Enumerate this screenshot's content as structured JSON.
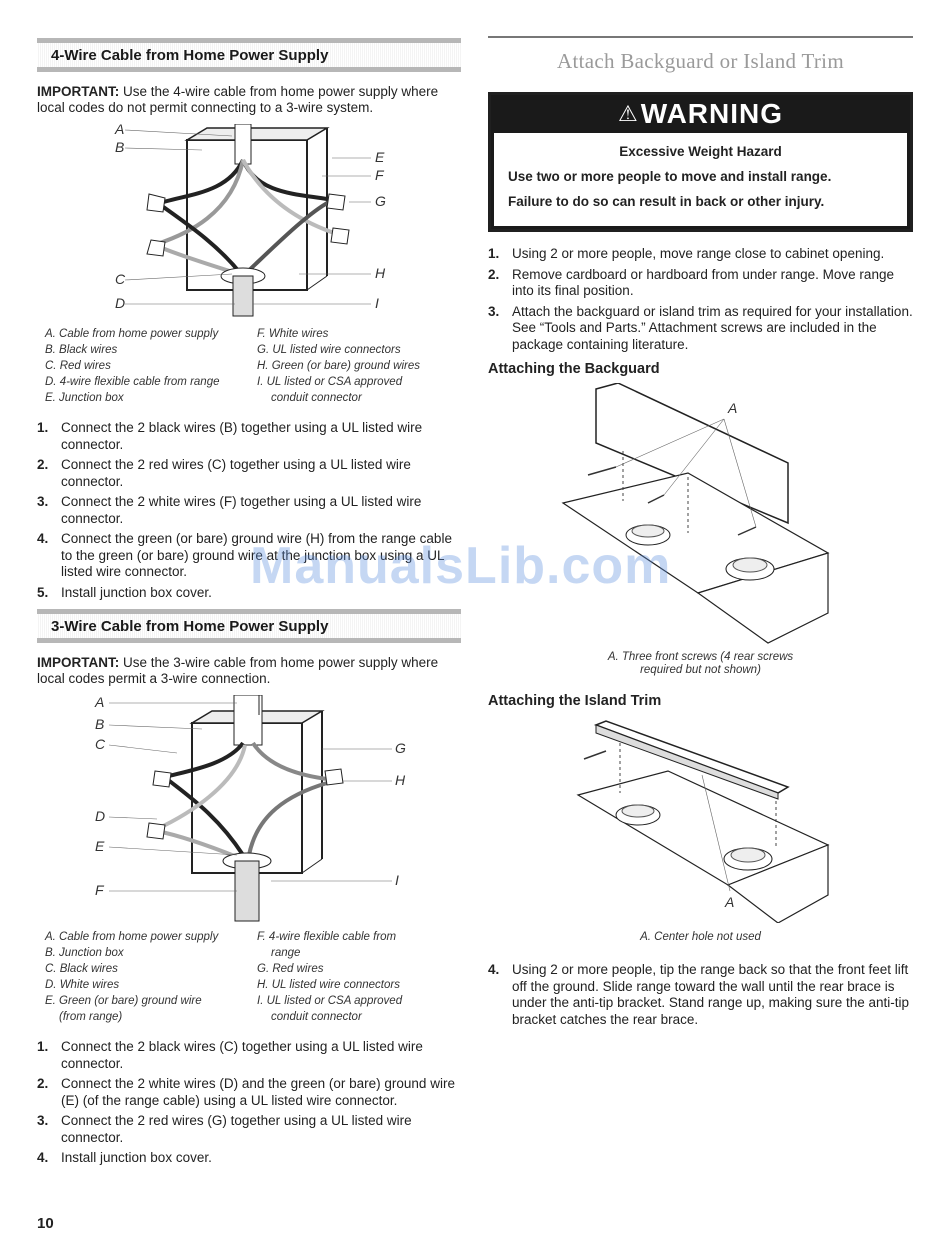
{
  "left": {
    "section1": {
      "heading": "4-Wire Cable from Home Power Supply",
      "important_label": "IMPORTANT:",
      "important_text": " Use the 4-wire cable from home power supply where local codes do not permit connecting to a 3-wire system.",
      "figure_labels": [
        "A",
        "B",
        "C",
        "D",
        "E",
        "F",
        "G",
        "H",
        "I"
      ],
      "legend_left": [
        "A. Cable from home power supply",
        "B. Black wires",
        "C. Red wires",
        "D. 4-wire flexible cable from range",
        "E. Junction box"
      ],
      "legend_right": [
        "F. White wires",
        "G. UL listed wire connectors",
        "H. Green (or bare) ground wires",
        "I. UL listed or CSA approved",
        "conduit connector"
      ],
      "steps": [
        {
          "num": "1.",
          "text": "Connect the 2 black wires (B) together using a UL listed wire connector."
        },
        {
          "num": "2.",
          "text": "Connect the 2 red wires (C) together using a UL listed wire connector."
        },
        {
          "num": "3.",
          "text": "Connect the 2 white wires (F) together using a UL listed wire connector."
        },
        {
          "num": "4.",
          "text": "Connect the green (or bare) ground wire (H) from the range cable to the green (or bare) ground wire at the junction box using a UL listed wire connector."
        },
        {
          "num": "5.",
          "text": "Install junction box cover."
        }
      ]
    },
    "section2": {
      "heading": "3-Wire Cable from Home Power Supply",
      "important_label": "IMPORTANT:",
      "important_text": " Use the 3-wire cable from home power supply where local codes permit a 3-wire connection.",
      "figure_labels": [
        "A",
        "B",
        "C",
        "D",
        "E",
        "F",
        "G",
        "H",
        "I"
      ],
      "legend_left": [
        "A. Cable from home power supply",
        "B. Junction box",
        "C. Black wires",
        "D. White wires",
        "E. Green (or bare) ground wire",
        "(from range)"
      ],
      "legend_right": [
        "F. 4-wire flexible cable from",
        "range",
        "G. Red wires",
        "H. UL listed wire connectors",
        "I. UL listed or CSA approved",
        "conduit connector"
      ],
      "steps": [
        {
          "num": "1.",
          "text": "Connect the 2 black wires (C) together using a UL listed wire connector."
        },
        {
          "num": "2.",
          "text": "Connect the 2 white wires (D) and the green (or bare) ground wire (E) (of the range cable) using a UL listed wire connector."
        },
        {
          "num": "3.",
          "text": "Connect the 2 red wires (G) together using a UL listed wire connector."
        },
        {
          "num": "4.",
          "text": "Install junction box cover."
        }
      ]
    }
  },
  "right": {
    "title": "Attach Backguard or Island Trim",
    "warning": {
      "label": "WARNING",
      "hazard": "Excessive Weight Hazard",
      "line1": "Use two or more people to move and install range.",
      "line2": "Failure to do so can result in back or other injury."
    },
    "steps": [
      {
        "num": "1.",
        "text": "Using 2 or more people, move range close to cabinet opening."
      },
      {
        "num": "2.",
        "text": "Remove cardboard or hardboard from under range. Move range into its final position."
      },
      {
        "num": "3.",
        "text": "Attach the backguard or island trim as required for your installation. See “Tools and Parts.” Attachment screws are included in the package containing literature."
      }
    ],
    "backguard_heading": "Attaching the Backguard",
    "backguard_label": "A",
    "backguard_caption1": "A. Three front screws (4 rear screws",
    "backguard_caption2": "required but not shown)",
    "island_heading": "Attaching the Island Trim",
    "island_label": "A",
    "island_caption": "A. Center hole not used",
    "step4": {
      "num": "4.",
      "text": "Using 2 or more people, tip the range back so that the front feet lift off the ground. Slide range toward the wall until the rear brace is under the anti-tip bracket. Stand range up, making sure the anti-tip bracket catches the rear brace."
    }
  },
  "page_number": "10",
  "watermark": "ManualsLib.com"
}
